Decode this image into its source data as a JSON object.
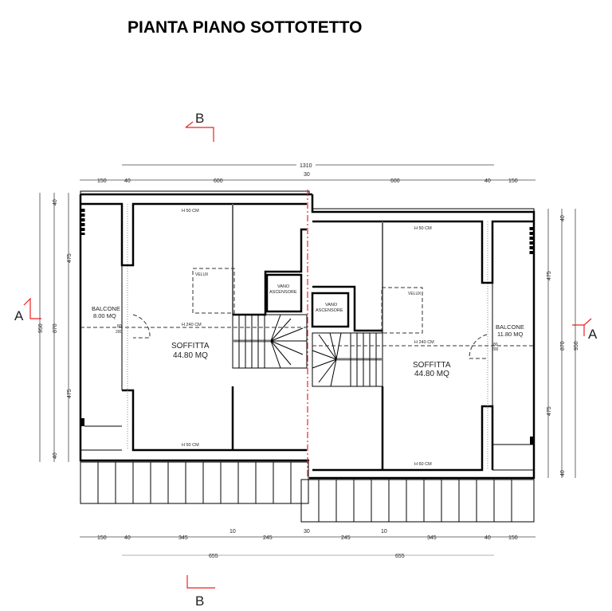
{
  "title": "PIANTA PIANO SOTTOTETTO",
  "sections": {
    "b": "B",
    "a": "A"
  },
  "top_dims": {
    "total": "1310",
    "parts": [
      "150",
      "40",
      "600",
      "30",
      "600",
      "40",
      "150"
    ]
  },
  "bottom_dims": {
    "parts": [
      "150",
      "40",
      "345",
      "10",
      "245",
      "30",
      "245",
      "10",
      "345",
      "40",
      "150"
    ],
    "halves": [
      "655",
      "655"
    ]
  },
  "left_dims": {
    "total": "950",
    "middle": "870",
    "parts": [
      "40",
      "475",
      "475",
      "40"
    ]
  },
  "right_dims": {
    "total": "950",
    "middle": "870",
    "parts": [
      "40",
      "475",
      "475",
      "40"
    ]
  },
  "left_unit": {
    "room": "SOFFITTA",
    "area": "44.80 MQ",
    "balcony": "BALCONE",
    "balcony_area": "8.00 MQ",
    "h_top": "H 50 CM",
    "h_mid": "H 240 CM",
    "h_bottom": "H 50 CM",
    "velux": "VELUX",
    "lift": [
      "VANO",
      "ASCENSORE"
    ],
    "window": [
      "80",
      "200"
    ]
  },
  "right_unit": {
    "room": "SOFFITTA",
    "area": "44.80 MQ",
    "balcony": "BALCONE",
    "balcony_area": "11.80 MQ",
    "h_top": "H 50 CM",
    "h_mid": "H 240 CM",
    "h_bottom": "H 60 CM",
    "velux": "VELUX",
    "lift": [
      "VANO",
      "ASCENSORE"
    ],
    "window": [
      "80",
      "200"
    ]
  }
}
